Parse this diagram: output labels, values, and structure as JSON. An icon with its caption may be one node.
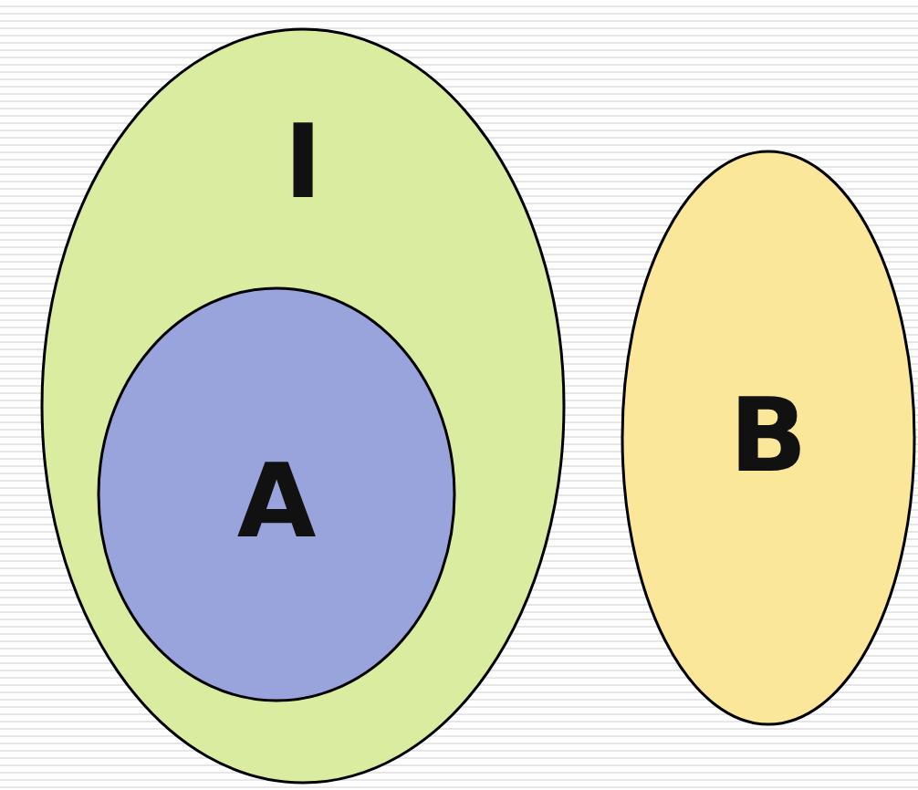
{
  "diagram": {
    "nodes": [
      {
        "text": [
          "I"
        ]
      },
      {
        "text": [
          "A"
        ],
        "in": 0
      },
      {
        "text": [
          "B"
        ]
      }
    ]
  }
}
